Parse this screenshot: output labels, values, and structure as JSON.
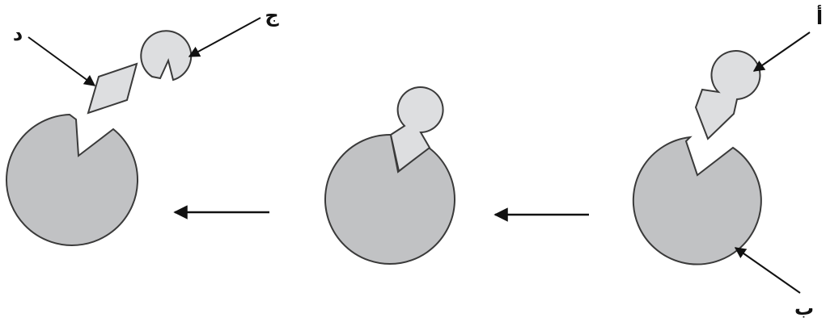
{
  "labels": {
    "a": "أ",
    "b": "ب",
    "c": "ج",
    "d": "د"
  },
  "colors": {
    "enzyme": "#c1c2c4",
    "substrate": "#dddee0",
    "outline": "#3a3a3a",
    "arrow": "#111111"
  }
}
